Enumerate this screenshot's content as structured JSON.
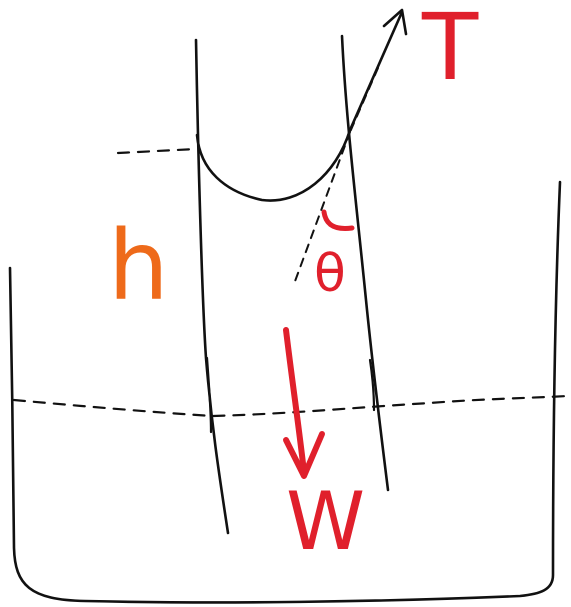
{
  "labels": {
    "tension": "T",
    "height": "h",
    "angle": "θ",
    "weight": "W"
  },
  "colors": {
    "ink": "#111111",
    "force": "#e0202c",
    "height": "#ee6a1a"
  }
}
